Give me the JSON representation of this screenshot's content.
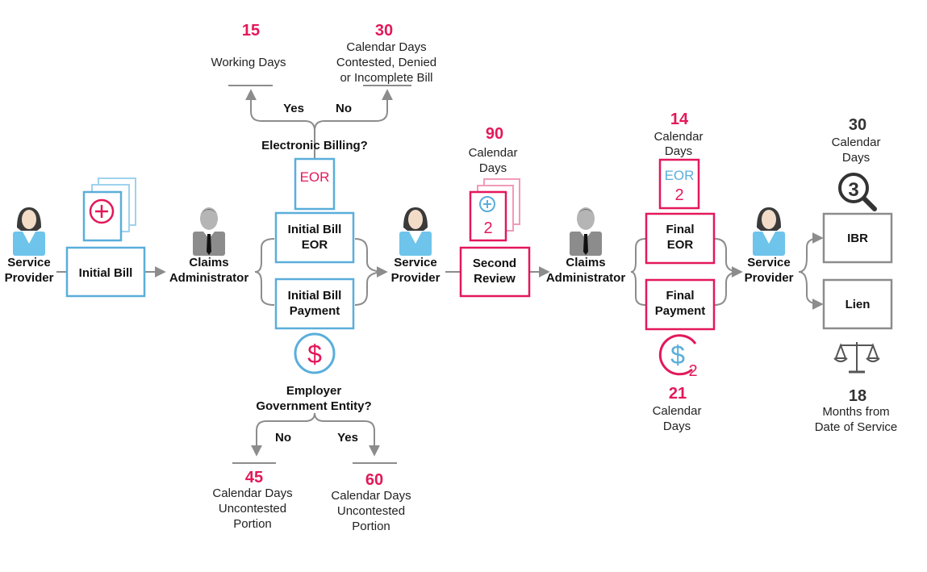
{
  "flow": {
    "service_provider_1": [
      "Service",
      "Provider"
    ],
    "initial_bill": "Initial Bill",
    "claims_admin_1": [
      "Claims",
      "Administrator"
    ],
    "initial_bill_eor": [
      "Initial Bill",
      "EOR"
    ],
    "initial_bill_payment": [
      "Initial Bill",
      "Payment"
    ],
    "service_provider_2": [
      "Service",
      "Provider"
    ],
    "second_review": [
      "Second",
      "Review"
    ],
    "claims_admin_2": [
      "Claims",
      "Administrator"
    ],
    "final_eor": [
      "Final",
      "EOR"
    ],
    "final_payment": [
      "Final",
      "Payment"
    ],
    "service_provider_3": [
      "Service",
      "Provider"
    ],
    "ibr": "IBR",
    "lien": "Lien"
  },
  "electronic_billing": {
    "question": "Electronic Billing?",
    "yes": "Yes",
    "no": "No",
    "yes_value": "15",
    "yes_text": [
      "Working Days"
    ],
    "no_value": "30",
    "no_text": [
      "Calendar Days",
      "Contested, Denied",
      "or Incomplete Bill"
    ],
    "doc_label": "EOR"
  },
  "employer_government": {
    "question": [
      "Employer",
      "Government Entity?"
    ],
    "no": "No",
    "yes": "Yes",
    "no_value": "45",
    "no_text": [
      "Calendar Days",
      "Uncontested",
      "Portion"
    ],
    "yes_value": "60",
    "yes_text": [
      "Calendar Days",
      "Uncontested",
      "Portion"
    ]
  },
  "second_review_deadline": {
    "value": "90",
    "text": [
      "Calendar",
      "Days"
    ],
    "icon_number": "2"
  },
  "final_eor_deadline": {
    "value": "14",
    "text": [
      "Calendar",
      "Days"
    ],
    "doc_label": "EOR",
    "doc_number": "2"
  },
  "final_payment_deadline": {
    "value": "21",
    "text": [
      "Calendar",
      "Days"
    ],
    "icon_number": "2"
  },
  "ibr_deadline": {
    "value": "30",
    "text": [
      "Calendar",
      "Days"
    ],
    "icon_number": "3"
  },
  "lien_deadline": {
    "value": "18",
    "text": [
      "Months from",
      "Date of Service"
    ]
  },
  "icons": {
    "person": "person-icon",
    "document_plus": "document-plus-icon",
    "document": "document-icon",
    "dollar": "dollar-icon",
    "magnifier": "magnifier-icon",
    "scales": "scales-icon"
  },
  "colors": {
    "blue": "#5aaedb",
    "pink": "#e3185a",
    "gray": "#8c8c8c",
    "person_blue": "#6ec4ea"
  }
}
